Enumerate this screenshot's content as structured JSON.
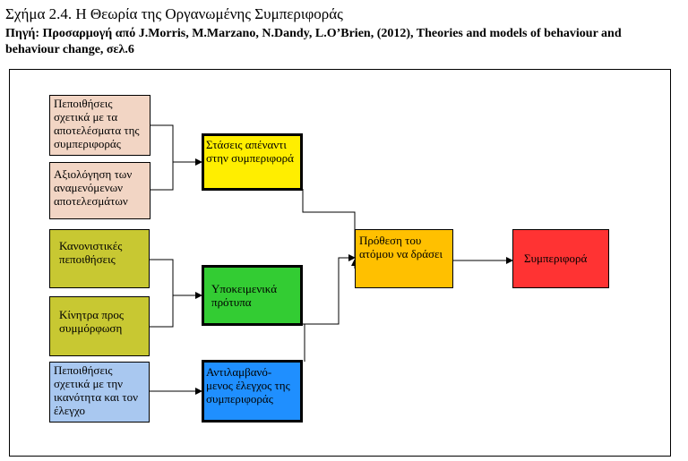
{
  "header": {
    "title": "Σχήμα 2.4. Η Θεωρία της Οργανωμένης Συμπεριφοράς",
    "source": "Πηγή: Προσαρμογή από J.Morris, M.Marzano, N.Dandy, L.O’Brien, (2012), Theories and models of behaviour and behaviour change, σελ.6"
  },
  "diagram": {
    "nodes": {
      "beliefs_outcomes": "Πεποιθήσεις σχετικά με τα αποτελέσματα της συμπεριφοράς",
      "evaluation_outcomes": "Αξιολόγηση των αναμενόμενων αποτελεσμάτων",
      "normative_beliefs": "Κανονιστικές πεποιθήσεις",
      "motivation_comply": "Κίνητρα προς συμμόρφωση",
      "control_beliefs": "Πεποιθήσεις σχετικά με την ικανότητα και τον έλεγχο",
      "attitudes": "Στάσεις απέναντι στην συμπεριφορά",
      "subjective_norms": "Υποκειμενικά πρότυπα",
      "perceived_control": "Αντιλαμβανό-μενος έλεγχος της συμπεριφοράς",
      "intention": "Πρόθεση του ατόμου να δράσει",
      "behaviour": "Συμπεριφορά"
    },
    "colors": {
      "pink": "#f2d5c4",
      "olive": "#c8c832",
      "light_blue": "#a9c8f0",
      "yellow": "#ffee00",
      "green": "#33cc33",
      "blue": "#1f8fff",
      "orange": "#ffc000",
      "red": "#ff3333"
    }
  }
}
